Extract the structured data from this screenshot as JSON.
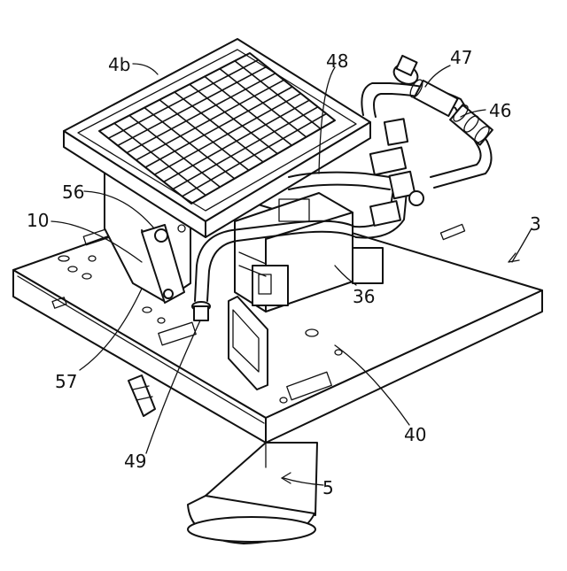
{
  "labels": {
    "l4b": "4b",
    "l48": "48",
    "l47": "47",
    "l46": "46",
    "l56": "56",
    "l10": "10",
    "l3": "3",
    "l36": "36",
    "l57": "57",
    "l40": "40",
    "l49": "49",
    "l5": "5"
  }
}
